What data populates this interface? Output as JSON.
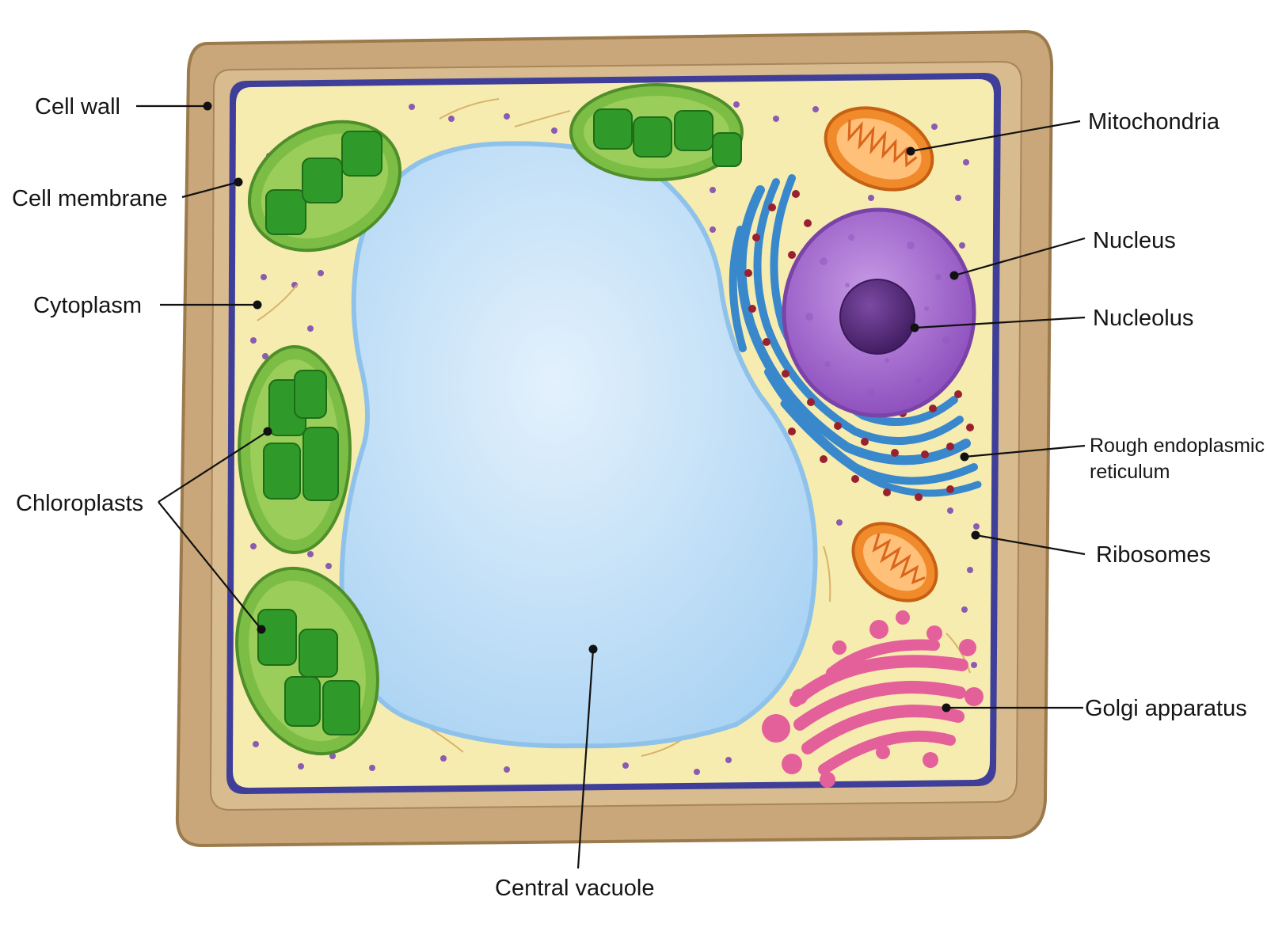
{
  "labels": {
    "cell_wall": "Cell wall",
    "cell_membrane": "Cell membrane",
    "cytoplasm": "Cytoplasm",
    "chloroplasts": "Chloroplasts",
    "mitochondria": "Mitochondria",
    "nucleus": "Nucleus",
    "nucleolus": "Nucleolus",
    "rough_er_line1": "Rough endoplasmic",
    "rough_er_line2": "reticulum",
    "ribosomes": "Ribosomes",
    "golgi": "Golgi apparatus",
    "central_vacuole": "Central vacuole"
  },
  "colors": {
    "cell_wall": "#c9a77a",
    "cell_membrane": "#3f3f9a",
    "cytoplasm": "#f7ecb0",
    "vacuole": "#cfe6fa",
    "chloroplast": "#7cbd45",
    "grana": "#2f9a2a",
    "mitochondria": "#f08a2a",
    "nucleus": "#a66ad0",
    "nucleolus": "#5a2d7e",
    "rough_er": "#3a88cc",
    "ribosome": "#9a2030",
    "golgi": "#e4609a"
  }
}
